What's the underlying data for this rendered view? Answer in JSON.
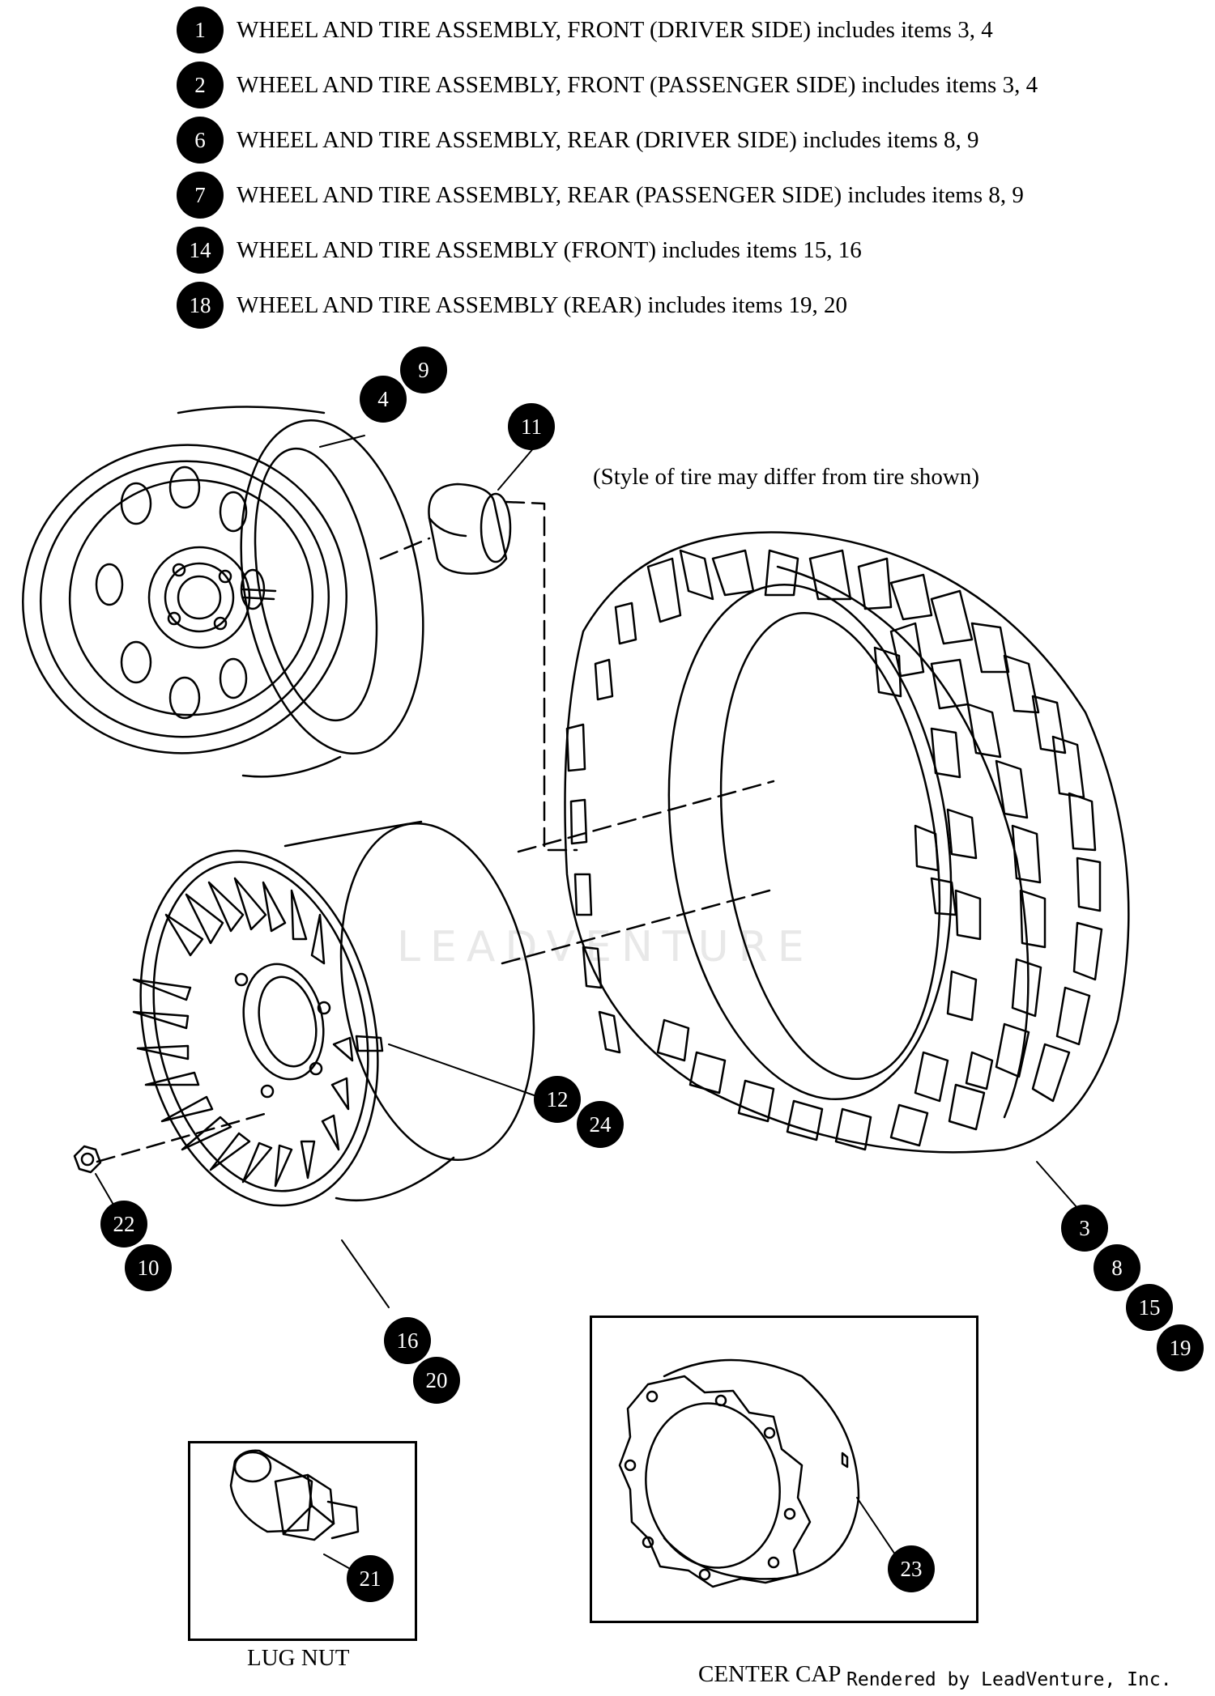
{
  "legend": [
    {
      "num": "1",
      "text": "WHEEL AND TIRE ASSEMBLY, FRONT (DRIVER SIDE) includes items 3, 4"
    },
    {
      "num": "2",
      "text": "WHEEL AND TIRE ASSEMBLY, FRONT (PASSENGER SIDE) includes items 3, 4"
    },
    {
      "num": "6",
      "text": "WHEEL AND TIRE ASSEMBLY, REAR (DRIVER SIDE) includes items 8, 9"
    },
    {
      "num": "7",
      "text": "WHEEL AND TIRE ASSEMBLY, REAR (PASSENGER SIDE) includes items 8, 9"
    },
    {
      "num": "14",
      "text": "WHEEL AND TIRE ASSEMBLY (FRONT) includes items 15, 16"
    },
    {
      "num": "18",
      "text": "WHEEL AND TIRE ASSEMBLY (REAR) includes items 19, 20"
    }
  ],
  "note": "(Style of tire may differ from tire shown)",
  "callouts": {
    "c9": "9",
    "c4": "4",
    "c11": "11",
    "c12": "12",
    "c24": "24",
    "c22": "22",
    "c10": "10",
    "c16": "16",
    "c20": "20",
    "c3": "3",
    "c8": "8",
    "c15": "15",
    "c19": "19",
    "c21": "21",
    "c23": "23"
  },
  "captions": {
    "lug_nut": "LUG NUT",
    "center_cap": "CENTER CAP",
    "rendered_by": "Rendered by LeadVenture, Inc."
  },
  "watermark": "LEADVENTURE"
}
